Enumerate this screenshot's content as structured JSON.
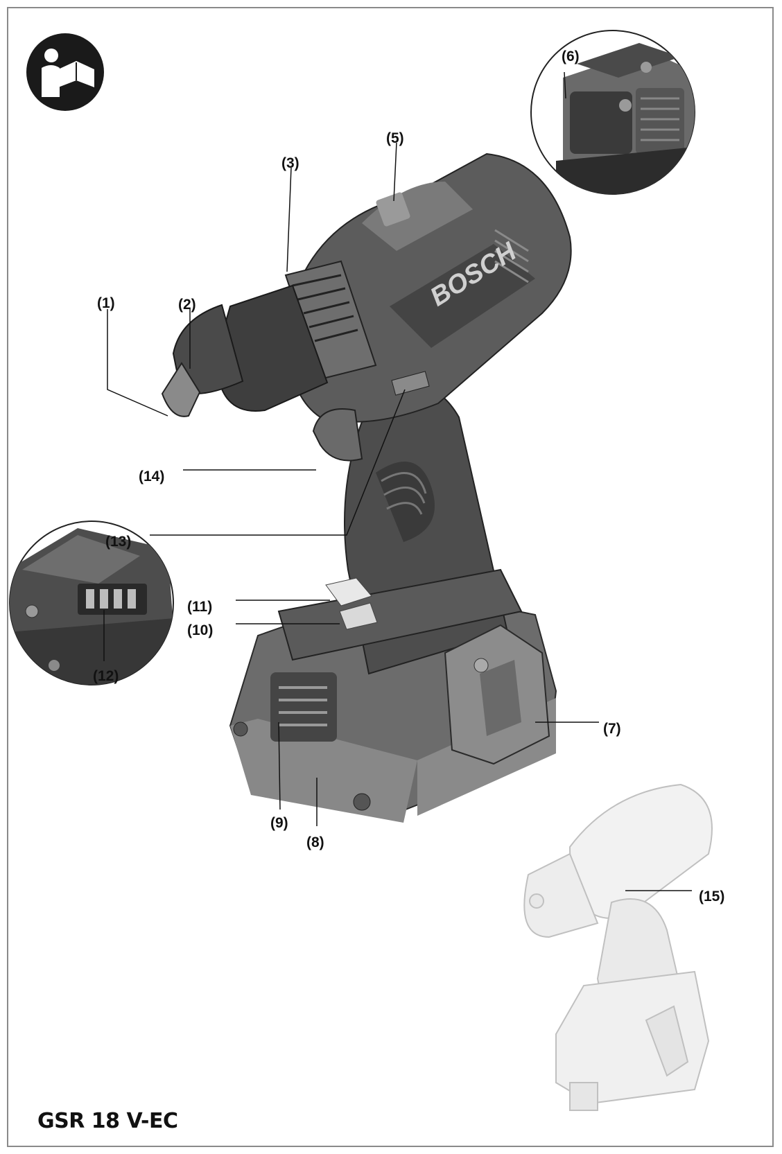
{
  "diagram": {
    "model": "GSR 18 V-EC",
    "brand": "BOSCH",
    "colors": {
      "body": "#5b5b5b",
      "dark": "#2e2e2e",
      "mid": "#7c7c7c",
      "light": "#a9a9a9",
      "ghost": "#c8c8c8"
    },
    "icons": {
      "manual": "read-manual-icon"
    },
    "callouts": [
      {
        "id": "1",
        "text": "(1)"
      },
      {
        "id": "2",
        "text": "(2)"
      },
      {
        "id": "3",
        "text": "(3)"
      },
      {
        "id": "5",
        "text": "(5)"
      },
      {
        "id": "6",
        "text": "(6)"
      },
      {
        "id": "7",
        "text": "(7)"
      },
      {
        "id": "8",
        "text": "(8)"
      },
      {
        "id": "9",
        "text": "(9)"
      },
      {
        "id": "10",
        "text": "(10)"
      },
      {
        "id": "11",
        "text": "(11)"
      },
      {
        "id": "12",
        "text": "(12)"
      },
      {
        "id": "13",
        "text": "(13)"
      },
      {
        "id": "14",
        "text": "(14)"
      },
      {
        "id": "15",
        "text": "(15)"
      }
    ]
  }
}
